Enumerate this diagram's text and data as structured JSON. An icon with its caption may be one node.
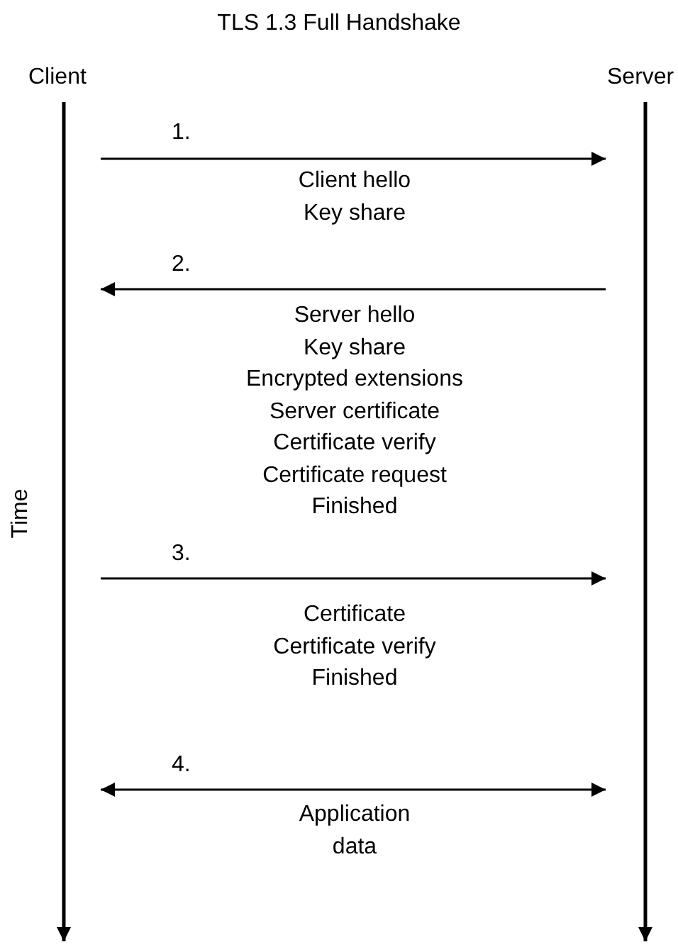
{
  "diagram": {
    "title": "TLS 1.3 Full Handshake",
    "nodes": [
      {
        "text": [
          "Client"
        ]
      },
      {
        "text": [
          "Server"
        ]
      }
    ],
    "edges": [
      {
        "from": 0,
        "to": 1,
        "arrow": "to",
        "label": "Client hello Key share"
      },
      {
        "from": 1,
        "to": 0,
        "arrow": "to",
        "label": "Server hello Key share Encrypted extensions Server certificate Certificate verify Certificate request Finished"
      },
      {
        "from": 0,
        "to": 1,
        "arrow": "to",
        "label": "Certificate Certificate verify Finished"
      },
      {
        "from": 0,
        "to": 1,
        "arrow": "both",
        "label": "Application data"
      }
    ],
    "labels": [
      "Time",
      "1.",
      "2.",
      "3.",
      "4."
    ]
  }
}
